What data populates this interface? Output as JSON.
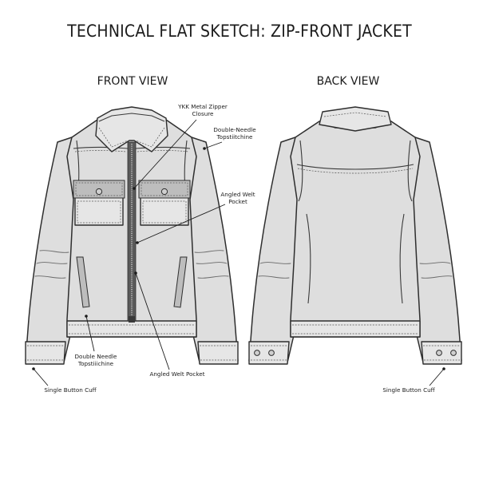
{
  "title": "TECHNICAL FLAT SKETCH: ZIP-FRONT JACKET",
  "views": {
    "front": "FRONT VIEW",
    "back": "BACK VIEW"
  },
  "callouts": {
    "zipper_line1": "YKK Metal Zipper",
    "zipper_line2": "Closure",
    "topstitch_line1": "Double-Needle",
    "topstitch_line2": "Topstiitchine",
    "welt_right_line1": "Angled Welt",
    "welt_right_line2": "Pocket",
    "double_needle_line1": "Double Needle",
    "double_needle_line2": "Topstiiichine",
    "welt_bottom": "Angled Welt Pocket",
    "cuff_front": "Single Button Cuff",
    "cuff_back": "Single Button Cuff"
  }
}
